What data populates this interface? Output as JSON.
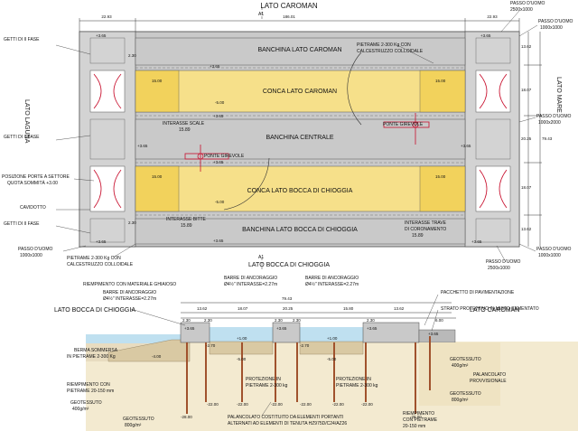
{
  "plan": {
    "top_title": "LATO CAROMAN",
    "bottom_title": "LATO BOCCA DI CHIOGGIA",
    "left_title": "LATO LAGUNA",
    "right_title": "LATO MARE",
    "section_marks": [
      "A1",
      "A1"
    ],
    "banchine": [
      "BANCHINA LATO CAROMAN",
      "BANCHINA CENTRALE",
      "BANCHINA LATO BOCCA DI CHIOGGIA"
    ],
    "conche": [
      "CONCA LATO CAROMAN",
      "CONCA LATO BOCCA DI CHIOGGIA"
    ],
    "dims_top": {
      "left": "22.93",
      "total": "186.01",
      "right": "22.93"
    },
    "dims_right": [
      "13.62",
      "18.07",
      "20.25",
      "18.07",
      "13.62"
    ],
    "dim_total_right": "79.43",
    "dims_left": [
      "2.30",
      "2.30"
    ],
    "elevations": {
      "top_left": "+3.65",
      "top_right": "+3.65",
      "mid1": "+3.65",
      "mid2": "+3.65",
      "row1": "+3.65",
      "row2": "+3.65",
      "row3": "+3.65",
      "row4": "+3.65",
      "bl": "+3.65",
      "br": "+3.65",
      "c1": "-5.00",
      "c2": "-5.00",
      "w1": "15.00",
      "w2": "15.00",
      "w3": "15.00",
      "w4": "15.00"
    },
    "labels": {
      "getti_1": "GETTI DI II FASE",
      "getti_2": "GETTI DI II FASE",
      "getti_3": "GETTI DI II FASE",
      "posizione_1": "POSIZIONE PORTE A SETTORE",
      "posizione_2": "QUOTA SOMMITÀ +3.00",
      "cavidotto": "CAVIDOTTO",
      "passo_tr_1": "PASSO D'UOMO",
      "passo_tr_2": "2500x1000",
      "passo_r1_1": "PASSO D'UOMO",
      "passo_r1_2": "1000x1000",
      "passo_r2_1": "PASSO D'UOMO",
      "passo_r2_2": "1000x2000",
      "passo_bl_1": "PASSO D'UOMO",
      "passo_bl_2": "1000x1000",
      "passo_br1_1": "PASSO D'UOMO",
      "passo_br1_2": "2500x1000",
      "passo_br2_1": "PASSO D'UOMO",
      "passo_br2_2": "1000x1000",
      "pietrame_top_1": "PIETRAME 2-300 Kg CON",
      "pietrame_top_2": "CALCESTRUZZO COLLOIDALE",
      "pietrame_bot_1": "PIETRAME 2-300 Kg CON",
      "pietrame_bot_2": "CALCESTRUZZO COLLOIDALE",
      "ponte_1": "PONTE GIREVOLE",
      "ponte_2": "PONTE GIREVOLE",
      "interasse_scale_1": "INTERASSE SCALE",
      "interasse_scale_2": "15.89",
      "interasse_bitte_1": "INTERASSE BITTE",
      "interasse_bitte_2": "15.89",
      "interasse_trave_1": "INTERASSE TRAVE",
      "interasse_trave_2": "DI CORONAMENTO",
      "interasse_trave_3": "15.89"
    }
  },
  "section": {
    "left_title": "LATO BOCCA DI CHIOGGIA",
    "right_title": "LATO CAROMAN",
    "dims": [
      "13.62",
      "18.07",
      "20.25",
      "15.80",
      "13.62"
    ],
    "total": "79.43",
    "sub_dims": [
      "2.30",
      "2.30",
      "2.30",
      "2.30",
      "2.30",
      "6.00"
    ],
    "labels": {
      "barre_1a": "BARRE DI ANCORAGGIO",
      "barre_1b": "Ø4½\" INTERASSE=2.27m",
      "barre_2a": "BARRE DI ANCORAGGIO",
      "barre_2b": "Ø4½\" INTERASSE=2.27m",
      "barre_3a": "BARRE DI ANCORAGGIO",
      "barre_3b": "Ø4½\" INTERASSE=2.27m",
      "pacchetto": "PACCHETTO DI PAVIMENTAZIONE",
      "riempimento_ghiaioso": "RIEMPIMENTO CON MATERIALE GHIAIOSO",
      "strato": "STRATO PROTETTIVO IN MISTO CEMENTATO",
      "berma_1": "BERMA SOMMERSA",
      "berma_2": "IN PIETRAME 2-300 Kg",
      "riemp_l_1": "RIEMPIMENTO CON",
      "riemp_l_2": "PIETRAME 20-150 mm",
      "geot_l1_1": "GEOTESSUTO",
      "geot_l1_2": "400g/m²",
      "geot_l2_1": "GEOTESSUTO",
      "geot_l2_2": "800g/m²",
      "prot_1a": "PROTEZIONE IN",
      "prot_1b": "PIETRAME 2-300 kg",
      "prot_2a": "PROTEZIONE IN",
      "prot_2b": "PIETRAME 2-300 kg",
      "geot_r1_1": "GEOTESSUTO",
      "geot_r1_2": "400g/m²",
      "palancolato_1": "PALANCOLATO",
      "palancolato_2": "PROVVISIONALE",
      "geot_r2_1": "GEOTESSUTO",
      "geot_r2_2": "800g/m²",
      "riemp_r_1": "RIEMPIMENTO",
      "riemp_r_2": "CON PIETRAME",
      "riemp_r_3": "20-150 mm",
      "palancolato_bot_1": "PALANCOLATO COSTITUITO DA ELEMENTI PORTANTI",
      "palancolato_bot_2": "ALTERNATI AD ELEMENTI DI TENUTA HZ975D/C24/AZ26"
    },
    "elevations": {
      "e1": "+3.65",
      "e2": "+1.00",
      "e3": "+3.65",
      "e4": "+1.00",
      "e5": "+3.65",
      "e6": "+3.65",
      "e7": "-2.70",
      "e8": "-2.70",
      "e9": "-5.00",
      "e10": "-5.00",
      "e11": "-4.00",
      "p1": "-22.00",
      "p2": "-22.00",
      "p3": "-22.00",
      "p4": "-22.00",
      "p5": "-22.00",
      "p6": "-22.00",
      "p7": "-28.00",
      "p8": "-28.00"
    }
  },
  "colors": {
    "concrete": "#c9c9c9",
    "dark_concrete": "#a9a9a9",
    "lock_water": "#f6e08a",
    "end_zone": "#f2d25c",
    "soil": "#f3ead0",
    "water": "#bfe0f0",
    "pile": "#a0522d",
    "red": "#c8102e"
  }
}
